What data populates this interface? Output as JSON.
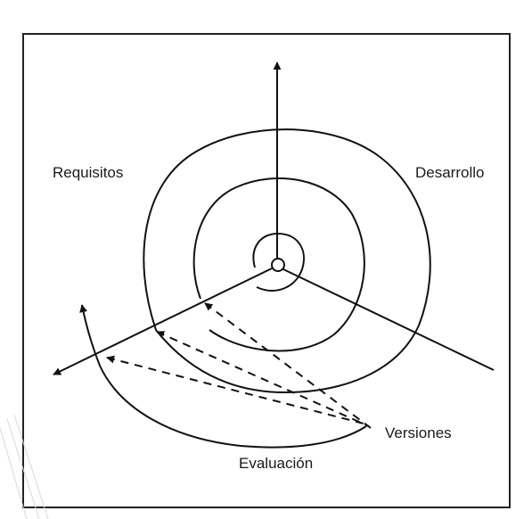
{
  "labels": {
    "requisitos": "Requisitos",
    "desarrollo": "Desarrollo",
    "versiones": "Versiones",
    "evaluacion": "Evaluación"
  },
  "colors": {
    "line": "#111111",
    "frame": "#222222",
    "text": "#1a1a1a",
    "background": "#ffffff"
  }
}
